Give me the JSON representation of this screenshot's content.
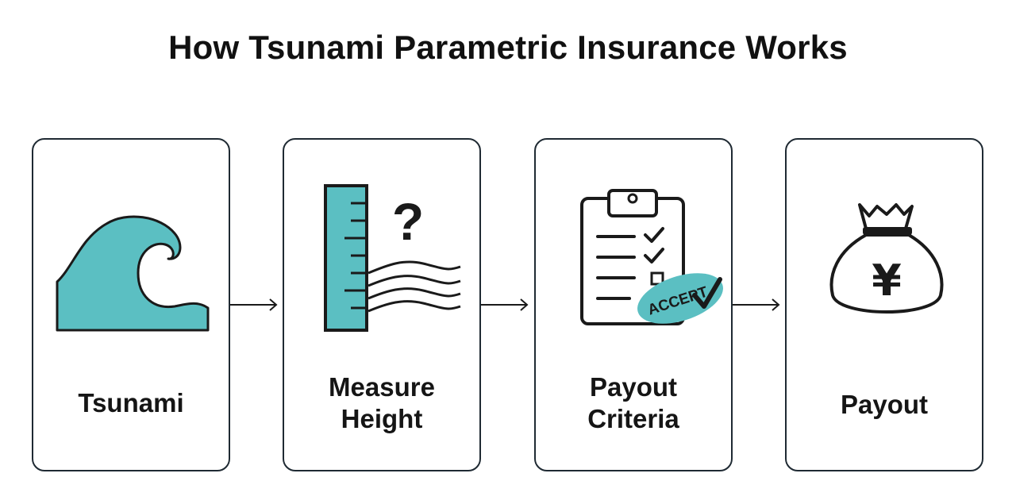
{
  "title": "How Tsunami Parametric Insurance Works",
  "steps": [
    {
      "label_lines": [
        "Tsunami"
      ],
      "icon": "wave-icon"
    },
    {
      "label_lines": [
        "Measure",
        "Height"
      ],
      "icon": "measuring-ruler-icon"
    },
    {
      "label_lines": [
        "Payout",
        "Criteria"
      ],
      "icon": "clipboard-checklist-icon"
    },
    {
      "label_lines": [
        "Payout"
      ],
      "icon": "yen-money-bag-icon"
    }
  ],
  "question_mark": "?",
  "accept_stamp": "ACCEPT",
  "yen_symbol": "¥",
  "colors": {
    "accent": "#5bbfc2",
    "stroke": "#1a1a1a"
  }
}
